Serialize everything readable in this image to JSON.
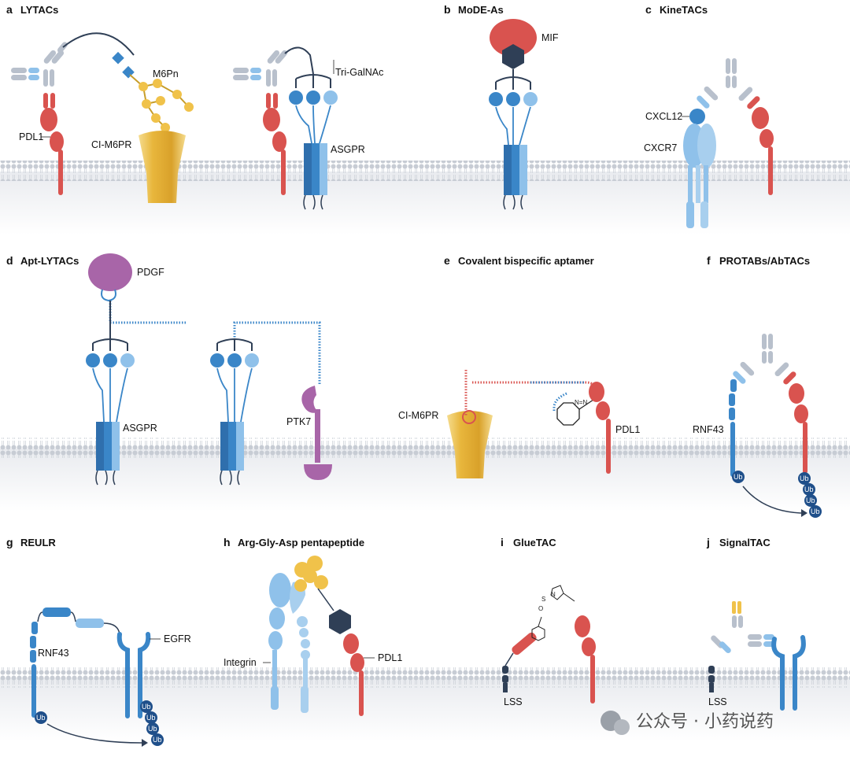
{
  "colors": {
    "receptor_blue": "#3a86c8",
    "light_blue": "#8fc1ea",
    "target_red": "#d9534f",
    "m6pr_yellow": "#e8b63c",
    "glycan_yellow": "#f0c24a",
    "pdgf_purple": "#a865a8",
    "dark_navy": "#2f3f56",
    "ubiquitin": "#1f4f8a",
    "antibody_grey": "#b8c0cc",
    "membrane": "#d5d8de"
  },
  "panels": {
    "a": {
      "letter": "a",
      "title": "LYTACs",
      "labels": {
        "m6pn": "M6Pn",
        "pdl1": "PDL1",
        "cim6pr": "CI-M6PR",
        "trigalnac": "Tri-GalNAc",
        "asgpr": "ASGPR"
      }
    },
    "b": {
      "letter": "b",
      "title": "MoDE-As",
      "labels": {
        "mif": "MIF"
      }
    },
    "c": {
      "letter": "c",
      "title": "KineTACs",
      "labels": {
        "cxcl12": "CXCL12",
        "cxcr7": "CXCR7"
      }
    },
    "d": {
      "letter": "d",
      "title": "Apt-LYTACs",
      "labels": {
        "pdgf": "PDGF",
        "asgpr": "ASGPR",
        "ptk7": "PTK7"
      }
    },
    "e": {
      "letter": "e",
      "title": "Covalent bispecific aptamer",
      "labels": {
        "cim6pr": "CI-M6PR",
        "pdl1": "PDL1"
      }
    },
    "f": {
      "letter": "f",
      "title": "PROTABs/AbTACs",
      "labels": {
        "rnf43": "RNF43"
      }
    },
    "g": {
      "letter": "g",
      "title": "REULR",
      "labels": {
        "rnf43": "RNF43",
        "egfr": "EGFR"
      }
    },
    "h": {
      "letter": "h",
      "title": "Arg-Gly-Asp pentapeptide",
      "labels": {
        "integrin": "Integrin",
        "pdl1": "PDL1"
      }
    },
    "i": {
      "letter": "i",
      "title": "GlueTAC",
      "labels": {
        "lss": "LSS"
      }
    },
    "j": {
      "letter": "j",
      "title": "SignalTAC",
      "labels": {
        "lss": "LSS"
      }
    }
  },
  "ubiquitin_label": "Ub",
  "watermark": "公众号 · 小药说药"
}
